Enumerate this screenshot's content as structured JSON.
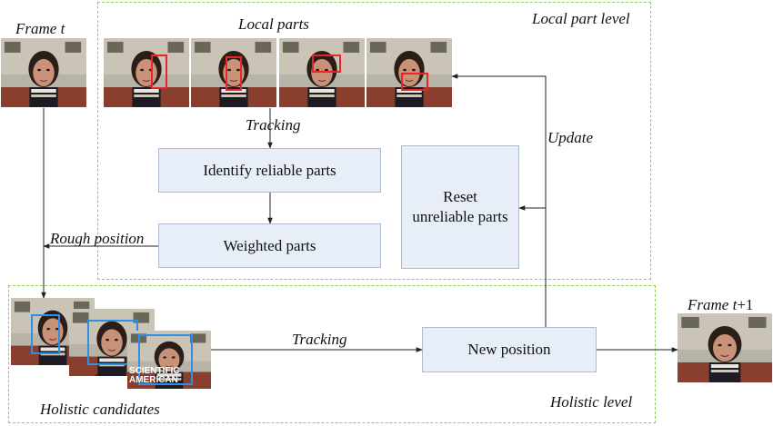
{
  "labels": {
    "frame_t_prefix": "Frame ",
    "frame_t_var": "t",
    "frame_t1_prefix": "Frame ",
    "frame_t1_var": "t",
    "frame_t1_suffix": "+1",
    "local_parts": "Local parts",
    "local_part_level": "Local part level",
    "tracking_top": "Tracking",
    "update": "Update",
    "rough_position": "Rough position",
    "tracking_bottom": "Tracking",
    "holistic_candidates": "Holistic candidates",
    "holistic_level": "Holistic level",
    "ellipsis": "..."
  },
  "boxes": {
    "identify": "Identify reliable parts",
    "weighted": "Weighted parts",
    "reset_line1": "Reset",
    "reset_line2": "unreliable parts",
    "new_position": "New position"
  },
  "photo_text": {
    "magazine_line1": "SCIENTIFIC",
    "magazine_line2": "AMERICAN"
  },
  "colors": {
    "region_border": "#8ccf5a",
    "box_fill": "#e8eef8",
    "box_border": "#aebbd0",
    "part_box": "#e8252a",
    "candidate_box": "#2f8fe6",
    "arrow": "#222222"
  }
}
